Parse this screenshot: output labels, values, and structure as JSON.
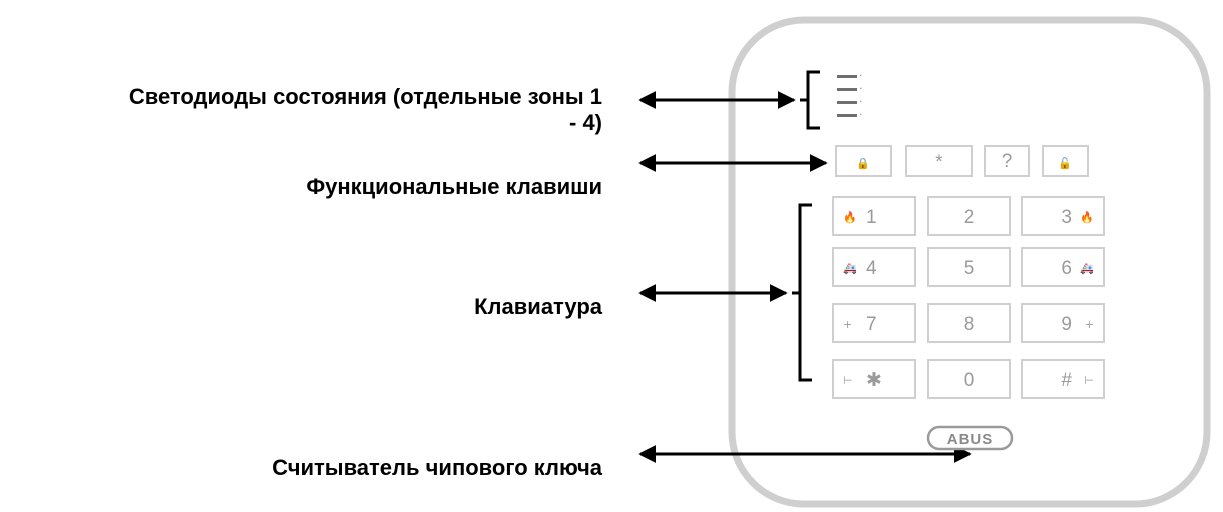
{
  "labels": {
    "led_line1": "Светодиоды состояния (отдельные зоны 1",
    "led_line2": "- 4)",
    "function_keys": "Функциональные клавиши",
    "keypad": "Клавиатура",
    "chip_reader": "Считыватель чипового ключа"
  },
  "function_keys": [
    {
      "icon": "lock-icon",
      "glyph": "🔒"
    },
    {
      "icon": "asterisk-icon",
      "glyph": "*"
    },
    {
      "icon": "question-icon",
      "glyph": "?"
    },
    {
      "icon": "unlock-icon",
      "glyph": "🔓"
    }
  ],
  "keypad": {
    "keys": [
      {
        "label": "1",
        "symbol": "🔥",
        "symbol_side": "left"
      },
      {
        "label": "2",
        "symbol": "",
        "symbol_side": ""
      },
      {
        "label": "3",
        "symbol": "🔥",
        "symbol_side": "right"
      },
      {
        "label": "4",
        "symbol": "🚑",
        "symbol_side": "left"
      },
      {
        "label": "5",
        "symbol": "",
        "symbol_side": ""
      },
      {
        "label": "6",
        "symbol": "🚑",
        "symbol_side": "right"
      },
      {
        "label": "7",
        "symbol": "+",
        "symbol_side": "left"
      },
      {
        "label": "8",
        "symbol": "",
        "symbol_side": ""
      },
      {
        "label": "9",
        "symbol": "+",
        "symbol_side": "right"
      },
      {
        "label": "✱",
        "symbol": "⊢",
        "symbol_side": "left"
      },
      {
        "label": "0",
        "symbol": "",
        "symbol_side": ""
      },
      {
        "label": "#",
        "symbol": "⊢",
        "symbol_side": "right"
      }
    ]
  },
  "brand": "ABUS",
  "colors": {
    "device_border": "#c8c8c8",
    "key_border": "#cfcfcf",
    "led": "#6f6f6f",
    "arrow": "#000000"
  }
}
